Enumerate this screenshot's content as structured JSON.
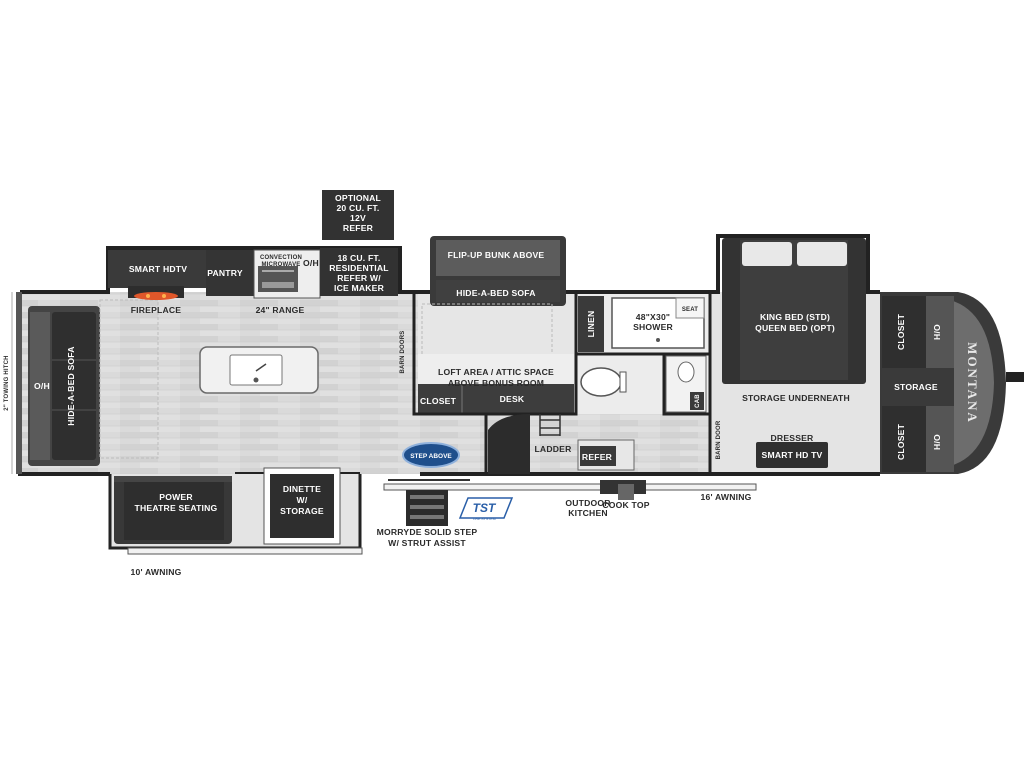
{
  "title": "Montana fifth wheel floorplan",
  "brand": "MONTANA",
  "colors": {
    "floor": "#d9d9d9",
    "wall": "#222222",
    "furniture": "#3c3c3c",
    "accent": "#e0572a",
    "stepabove": "#1f4f8c",
    "tst": "#2a5fa8"
  },
  "labels": {
    "towing_hitch": "2\" TOWING HITCH",
    "oh_front": "O/H",
    "hide_sofa_front": "HIDE-A-BED SOFA",
    "smart_hdtv": "SMART HDTV",
    "fireplace": "FIREPLACE",
    "pantry": "PANTRY",
    "convection_1": "CONVECTION",
    "convection_2": "MICROWAVE",
    "oh_kitchen": "O/H",
    "range": "24\" RANGE",
    "opt_refer_1": "OPTIONAL",
    "opt_refer_2": "20 CU. FT.",
    "opt_refer_3": "12V",
    "opt_refer_4": "REFER",
    "res_refer_1": "18 CU. FT.",
    "res_refer_2": "RESIDENTIAL",
    "res_refer_3": "REFER W/",
    "res_refer_4": "ICE MAKER",
    "barn_doors": "BARN DOORS",
    "flip_bunk": "FLIP-UP BUNK ABOVE",
    "hide_sofa_bunk": "HIDE-A-BED SOFA",
    "loft_1": "LOFT AREA / ATTIC SPACE",
    "loft_2": "ABOVE BONUS ROOM",
    "closet_bonus": "CLOSET",
    "desk": "DESK",
    "linen": "LINEN",
    "shower_1": "48\"X30\"",
    "shower_2": "SHOWER",
    "seat": "SEAT",
    "cab": "CAB",
    "ladder": "LADDER",
    "refer_outdoor": "REFER",
    "barn_door": "BARN DOOR",
    "bed_1": "KING BED (STD)",
    "bed_2": "QUEEN BED (OPT)",
    "storage_underneath": "STORAGE UNDERNEATH",
    "dresser": "DRESSER",
    "smart_hd_tv": "SMART HD TV",
    "closet_top": "CLOSET",
    "ho_top": "H/O",
    "storage_front": "STORAGE",
    "closet_bottom": "CLOSET",
    "ho_bottom": "H/O",
    "theatre_1": "POWER",
    "theatre_2": "THEATRE SEATING",
    "dinette_1": "DINETTE",
    "dinette_2": "W/",
    "dinette_3": "STORAGE",
    "step_1": "MORRYDE SOLID STEP",
    "step_2": "W/ STRUT ASSIST",
    "outdoor_kitchen_1": "OUTDOOR",
    "outdoor_kitchen_2": "KITCHEN",
    "cooktop": "COOK TOP",
    "awning_10": "10'  AWNING",
    "awning_16": "16'  AWNING",
    "step_above_logo": "STEP ABOVE",
    "tst_logo": "TST",
    "tst_sub": "TIRE SYSTEM"
  }
}
